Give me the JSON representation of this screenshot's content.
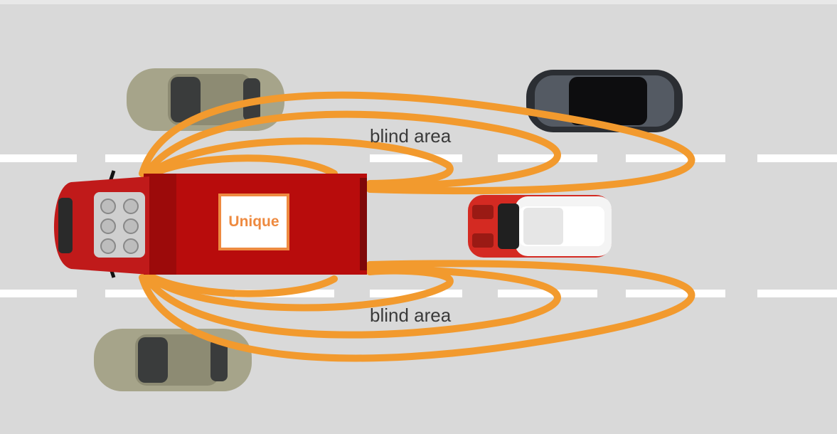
{
  "labels": {
    "blind_area_top": "blind area",
    "blind_area_bottom": "blind area",
    "logo_text": "Unique"
  },
  "colors": {
    "road": "#d9d9d9",
    "lane_marking": "#ffffff",
    "blind_zone": "#f29a2e",
    "truck_cab": "#c01a1a",
    "truck_box": "#b80c0c",
    "logo_accent": "#ee8a40",
    "car_beige": "#a6a48a",
    "car_dark": "#2b2e33",
    "car_red": "#d42a22"
  },
  "vehicles": [
    {
      "name": "truck",
      "color": "red"
    },
    {
      "name": "car-upper-left",
      "color": "beige"
    },
    {
      "name": "car-lower-left",
      "color": "beige"
    },
    {
      "name": "car-upper-right",
      "color": "black"
    },
    {
      "name": "car-middle-right",
      "color": "red-white"
    }
  ]
}
